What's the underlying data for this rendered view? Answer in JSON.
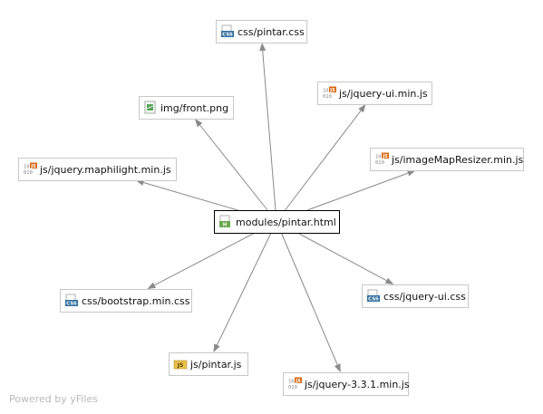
{
  "diagram": {
    "center": {
      "id": "center",
      "label": "modules/pintar.html",
      "icon": "html-file-icon"
    },
    "nodes": [
      {
        "id": "pintar-css",
        "label": "css/pintar.css",
        "icon": "css-file-icon"
      },
      {
        "id": "jquery-ui-js",
        "label": "js/jquery-ui.min.js",
        "icon": "js-file-icon"
      },
      {
        "id": "front-png",
        "label": "img/front.png",
        "icon": "image-file-icon"
      },
      {
        "id": "imagemapresizer-js",
        "label": "js/imageMapResizer.min.js",
        "icon": "js-file-icon"
      },
      {
        "id": "maphilight-js",
        "label": "js/jquery.maphilight.min.js",
        "icon": "js-file-icon"
      },
      {
        "id": "bootstrap-css",
        "label": "css/bootstrap.min.css",
        "icon": "css-file-icon"
      },
      {
        "id": "jquery-ui-css",
        "label": "css/jquery-ui.css",
        "icon": "css-file-icon"
      },
      {
        "id": "pintar-js",
        "label": "js/pintar.js",
        "icon": "js-yellow-file-icon"
      },
      {
        "id": "jquery-js",
        "label": "js/jquery-3.3.1.min.js",
        "icon": "js-file-icon"
      }
    ],
    "edges": [
      {
        "from": "center",
        "to": "pintar-css"
      },
      {
        "from": "center",
        "to": "jquery-ui-js"
      },
      {
        "from": "center",
        "to": "front-png"
      },
      {
        "from": "center",
        "to": "imagemapresizer-js"
      },
      {
        "from": "center",
        "to": "maphilight-js"
      },
      {
        "from": "center",
        "to": "bootstrap-css"
      },
      {
        "from": "center",
        "to": "jquery-ui-css"
      },
      {
        "from": "center",
        "to": "pintar-js"
      },
      {
        "from": "center",
        "to": "jquery-js"
      }
    ]
  },
  "watermark": "Powered by yFiles"
}
